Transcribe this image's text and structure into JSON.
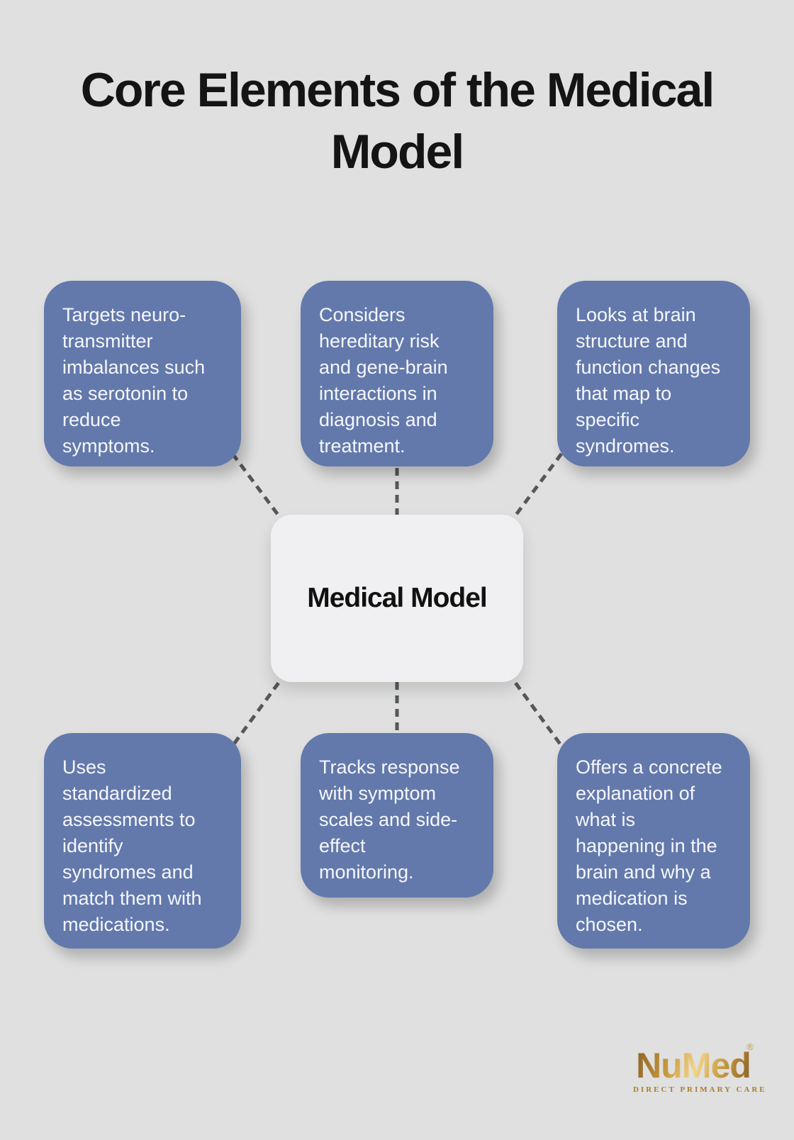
{
  "page": {
    "title": "Core Elements of the Medical\nModel"
  },
  "colors": {
    "background": "#dfe0df",
    "node_bg": "#6379ac",
    "node_text": "#f6f7fb",
    "connector": "#565758",
    "title_text": "#141414",
    "center_bg": "#f0f0f2",
    "center_text": "#111111",
    "gold_dark": "#8a5f24",
    "gold_mid": "#c89a3f",
    "gold_light": "#f3d58a"
  },
  "center_node": {
    "label": "Medical Model"
  },
  "nodes": [
    {
      "id": "neurotransmitter",
      "text": "Targets neuro-\ntransmitter\nimbalances such\nas serotonin to\nreduce\nsymptoms."
    },
    {
      "id": "hereditary-risk",
      "text": "Considers\nhereditary risk\nand gene-brain\ninteractions in\ndiagnosis and\ntreatment."
    },
    {
      "id": "brain-structure",
      "text": "Looks at brain\nstructure and\nfunction changes\nthat map to\nspecific\nsyndromes."
    },
    {
      "id": "standardized-assessments",
      "text": "Uses\nstandardized\nassessments to\nidentify\nsyndromes and\nmatch them with\nmedications."
    },
    {
      "id": "tracks-response",
      "text": "Tracks response\nwith symptom\nscales and side-\neffect\nmonitoring."
    },
    {
      "id": "concrete-explanation",
      "text": "Offers a concrete\nexplanation of\nwhat is\nhappening in the\nbrain and why a\nmedication is\nchosen."
    }
  ],
  "logo": {
    "brand": "NuMed",
    "registered": "®",
    "tagline": "DIRECT PRIMARY CARE"
  }
}
